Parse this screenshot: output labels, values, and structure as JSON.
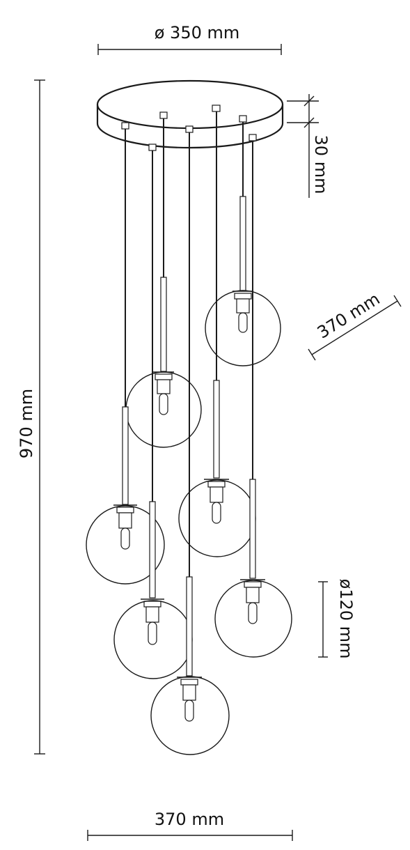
{
  "dimensions": {
    "canopy_diameter": "ø 350 mm",
    "canopy_height": "30 mm",
    "cluster_depth": "370 mm",
    "total_height": "970 mm",
    "globe_diameter": "ø120 mm",
    "cluster_width": "370 mm"
  },
  "colors": {
    "line": "#1a1a1a",
    "background": "#ffffff"
  },
  "pendant_count": 7
}
